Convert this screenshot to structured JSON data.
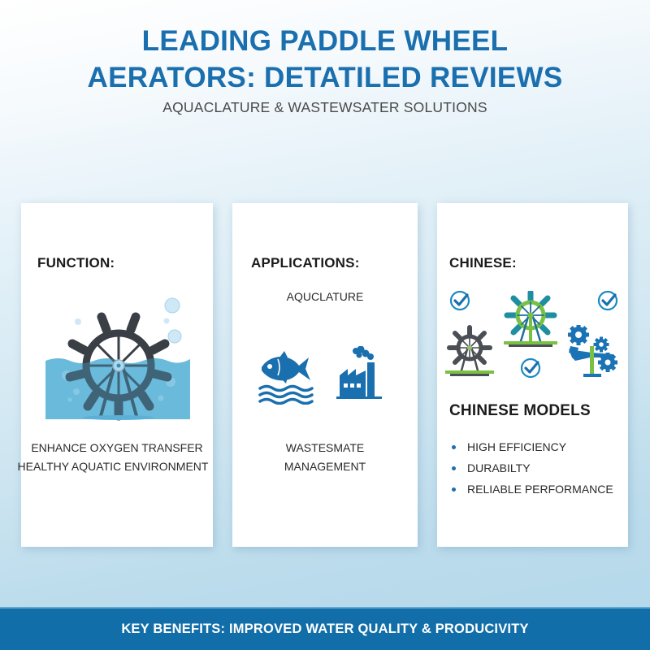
{
  "header": {
    "title_line1": "LEADING PADDLE WHEEL",
    "title_line2": "AERATORS: DETATILED REVIEWS",
    "subtitle": "AQUACLATURE & WASTEWSATER SOLUTIONS"
  },
  "cards": [
    {
      "heading": "FUNCTION:",
      "icon": "paddle-wheel-in-water-icon",
      "lines": [
        "ENHANCE OXYGEN TRANSFER",
        "HEALTHY AQUATIC ENVIRONMENT"
      ]
    },
    {
      "heading": "APPLICATIONS:",
      "top_label": "AQUCLATURE",
      "icons": [
        "fish-water-icon",
        "factory-icon"
      ],
      "bottom_lines": [
        "WASTESMATE",
        "MANAGEMENT"
      ]
    },
    {
      "heading": "CHINESE:",
      "icons": [
        "checkmark-icon",
        "paddle-wheel-gray-icon",
        "paddle-wheel-green-icon",
        "checkmark-icon",
        "gears-icon",
        "checkmark-icon"
      ],
      "subheading": "CHINESE MODELS",
      "bullets": [
        "HIGH EFFICIENCY",
        "DURABILTY",
        "RELIABLE PERFORMANCE"
      ]
    }
  ],
  "footer": {
    "text": "KEY BENEFITS: IMPROVED WATER QUALITY & PRODUCIVITY"
  },
  "colors": {
    "title_blue": "#1a6fae",
    "footer_blue": "#126ea8",
    "accent_green": "#7ac143",
    "teal": "#1e8ea0",
    "water_blue": "#7cc3e0",
    "wheel_dark": "#3a3f46"
  }
}
